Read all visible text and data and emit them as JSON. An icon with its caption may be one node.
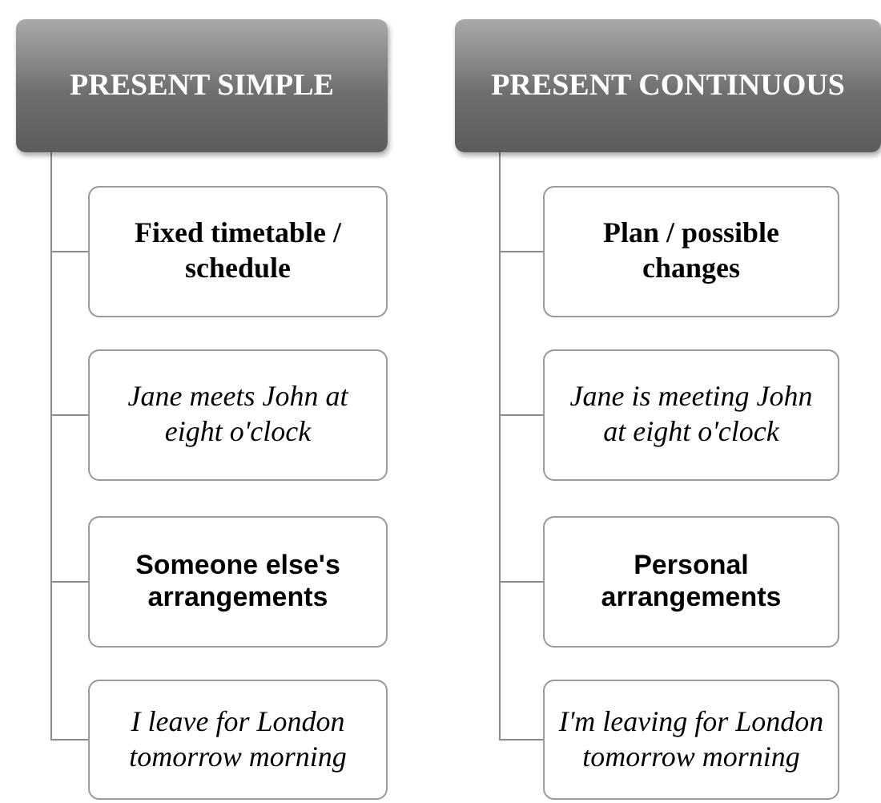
{
  "diagram": {
    "nodes": [
      {
        "text": [
          "PRESENT SIMPLE"
        ]
      },
      {
        "text": [
          "Fixed timetable / schedule"
        ]
      },
      {
        "text": [
          "Jane meets John at eight o'clock"
        ]
      },
      {
        "text": [
          "Someone else's arrangements"
        ]
      },
      {
        "text": [
          "I leave for London tomorrow morning"
        ]
      },
      {
        "text": [
          "PRESENT CONTINUOUS"
        ]
      },
      {
        "text": [
          "Plan / possible changes"
        ]
      },
      {
        "text": [
          "Jane is meeting John at eight o'clock"
        ]
      },
      {
        "text": [
          "Personal arrangements"
        ]
      },
      {
        "text": [
          "I'm leaving for London tomorrow morning"
        ]
      }
    ],
    "edges": [
      {
        "from": 0,
        "to": 1,
        "arrow": "none"
      },
      {
        "from": 0,
        "to": 2,
        "arrow": "none"
      },
      {
        "from": 0,
        "to": 3,
        "arrow": "none"
      },
      {
        "from": 0,
        "to": 4,
        "arrow": "none"
      },
      {
        "from": 5,
        "to": 6,
        "arrow": "none"
      },
      {
        "from": 5,
        "to": 7,
        "arrow": "none"
      },
      {
        "from": 5,
        "to": 8,
        "arrow": "none"
      },
      {
        "from": 5,
        "to": 9,
        "arrow": "none"
      }
    ]
  }
}
